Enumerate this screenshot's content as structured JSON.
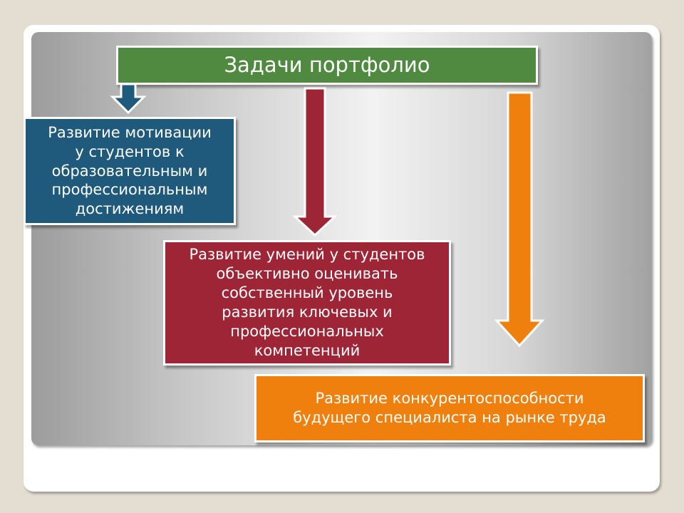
{
  "title": "Задачи портфолио",
  "tasks": [
    {
      "text": "Развитие мотивации\nу студентов к\nобразовательным и\nпрофессиональным\nдостижениям",
      "color": "#1f597b"
    },
    {
      "text": "Развитие умений у студентов\nобъективно оценивать\nсобственный уровень\nразвития ключевых и\nпрофессиональных\nкомпетенций",
      "color": "#9e2535"
    },
    {
      "text": "Развитие конкурентоспособности\nбудущего специалиста на рынке труда",
      "color": "#f0800d"
    }
  ],
  "colors": {
    "title": "#4f8a40"
  }
}
